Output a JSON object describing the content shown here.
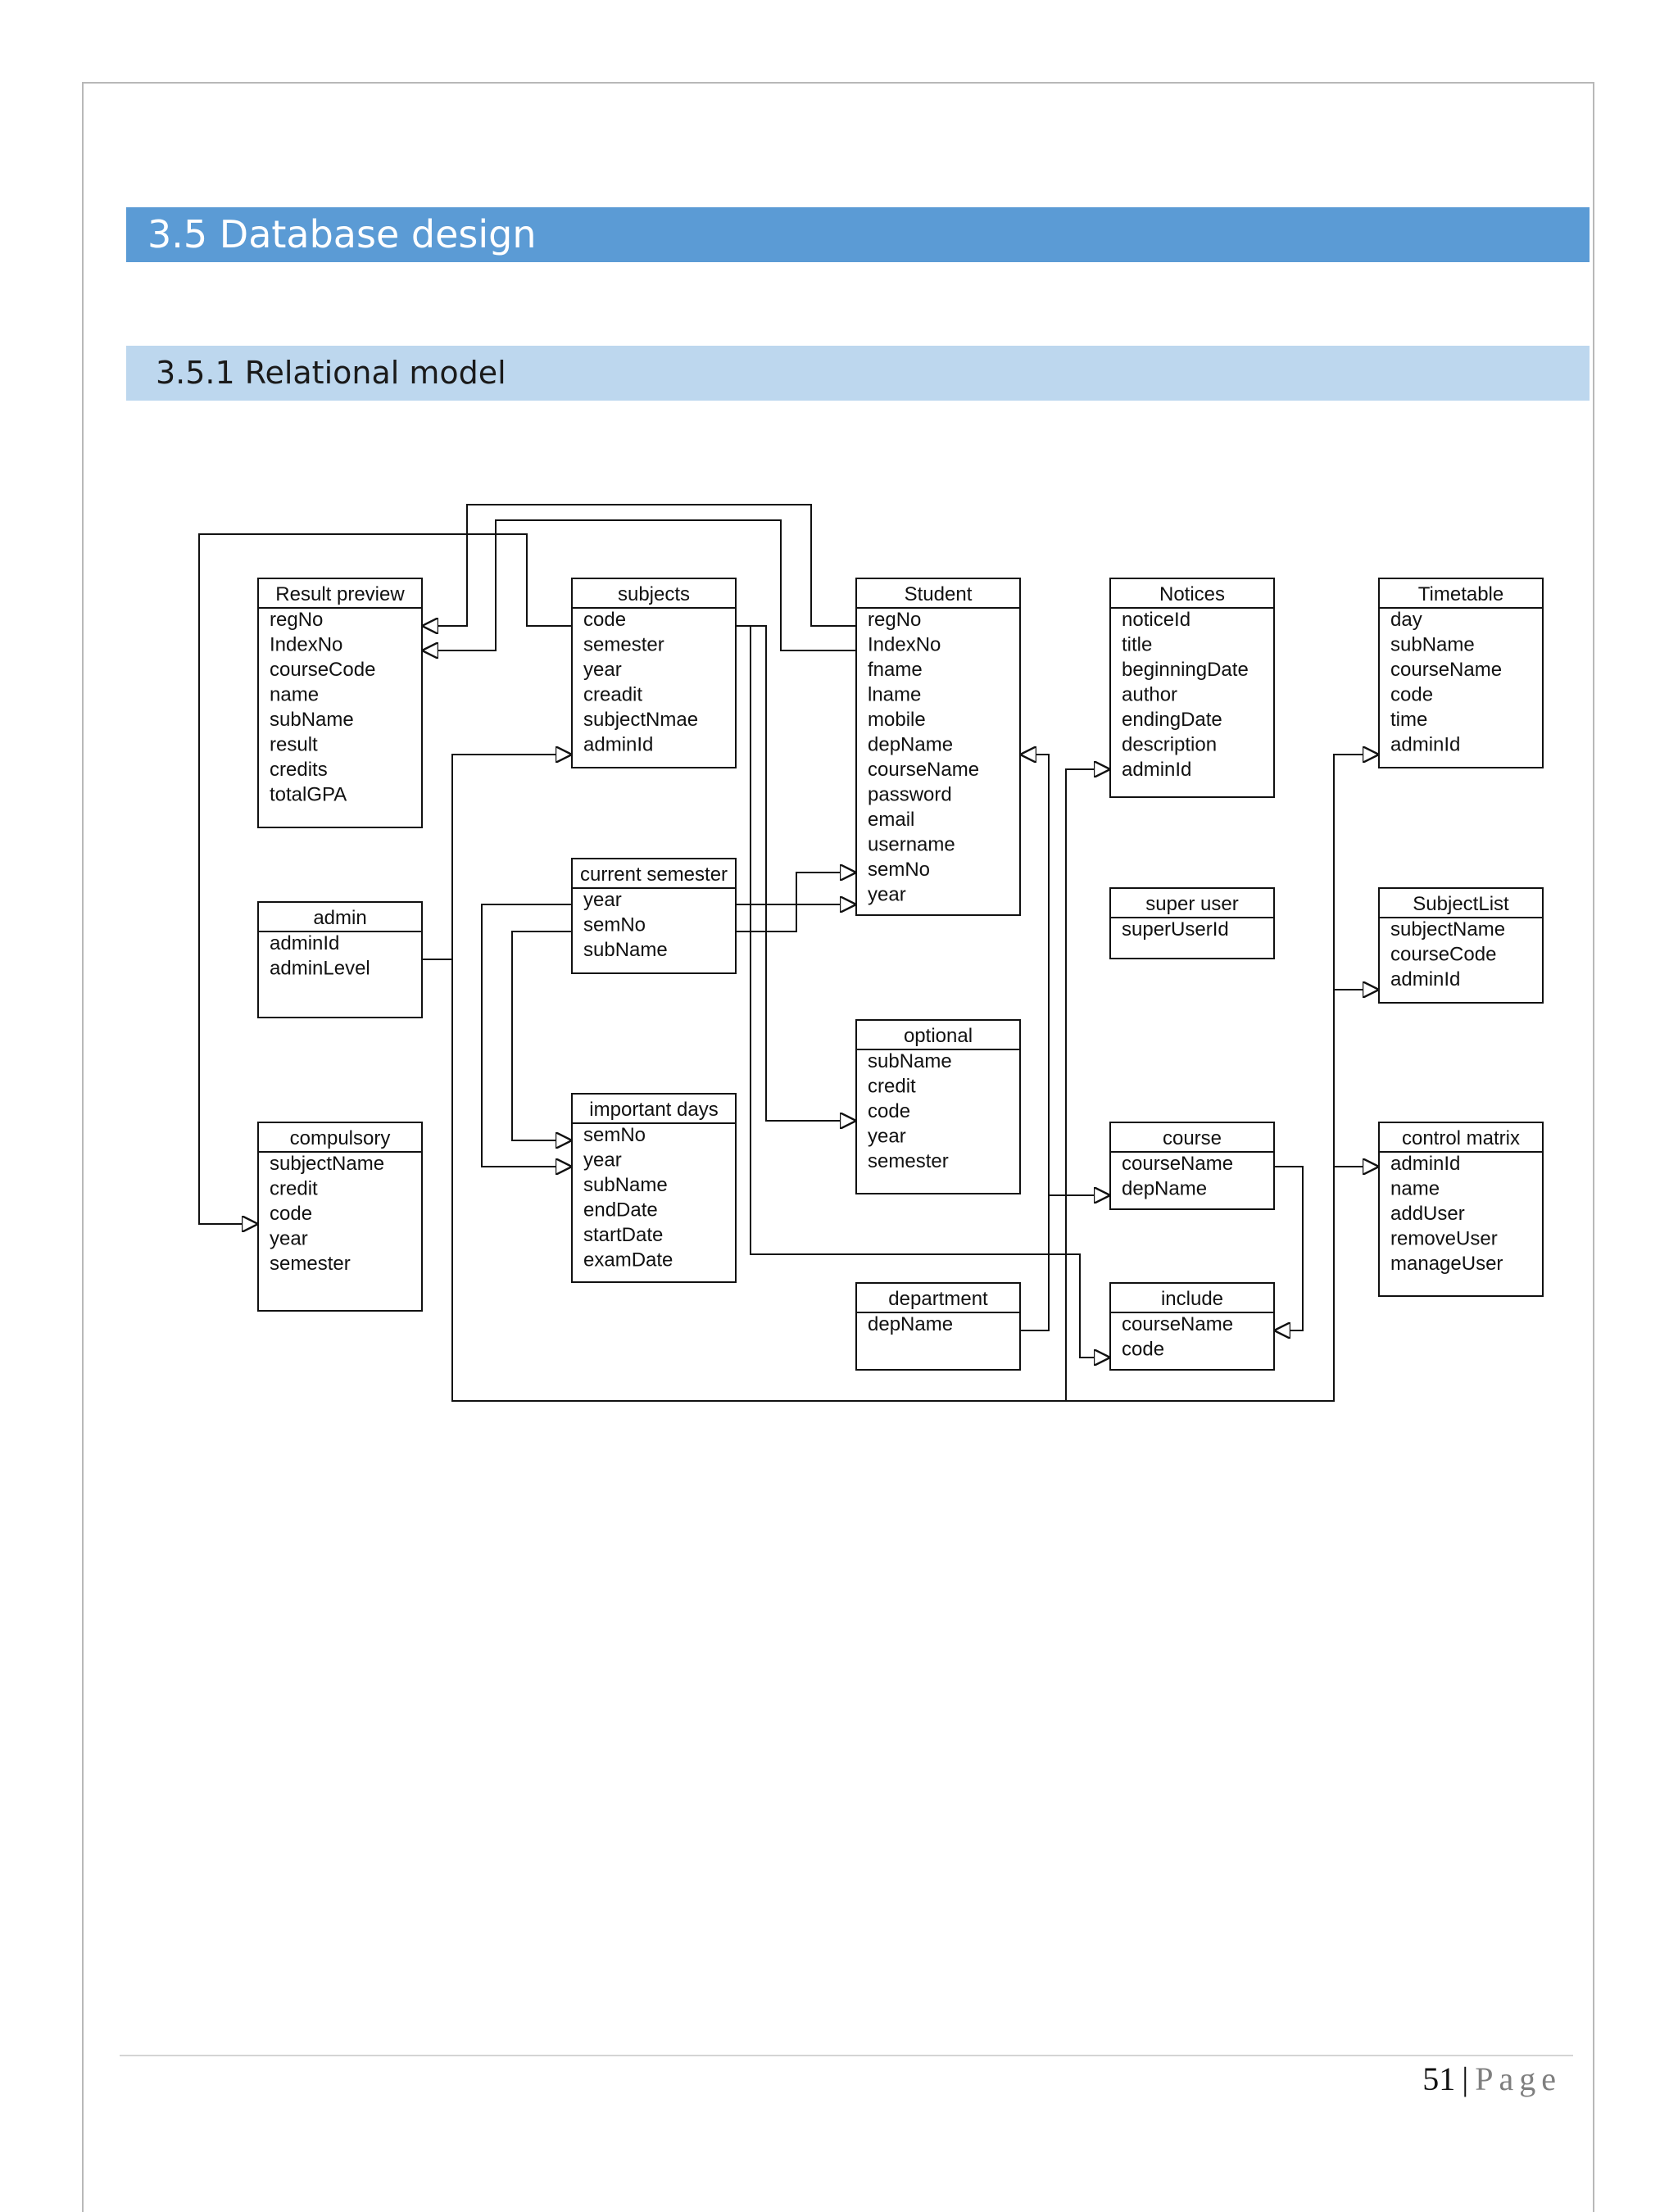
{
  "section_heading": "3.5 Database design",
  "subsection_heading": "3.5.1 Relational model",
  "tables": [
    {
      "id": "result-preview",
      "title": "Result preview",
      "fields": [
        "regNo",
        "IndexNo",
        "courseCode",
        "name",
        "subName",
        "result",
        "credits",
        "totalGPA"
      ]
    },
    {
      "id": "subjects",
      "title": "subjects",
      "fields": [
        "code",
        "semester",
        "year",
        "creadit",
        "subjectNmae",
        "adminId"
      ]
    },
    {
      "id": "student",
      "title": "Student",
      "fields": [
        "regNo",
        "IndexNo",
        "fname",
        "lname",
        "mobile",
        "depName",
        "courseName",
        "password",
        "email",
        "username",
        "semNo",
        "year"
      ]
    },
    {
      "id": "notices",
      "title": "Notices",
      "fields": [
        "noticeId",
        "title",
        "beginningDate",
        "author",
        "endingDate",
        "description",
        "adminId"
      ]
    },
    {
      "id": "timetable",
      "title": "Timetable",
      "fields": [
        "day",
        "subName",
        "courseName",
        "code",
        "time",
        "adminId"
      ]
    },
    {
      "id": "admin",
      "title": "admin",
      "fields": [
        "adminId",
        "adminLevel"
      ]
    },
    {
      "id": "current-semester",
      "title": "current semester",
      "fields": [
        "year",
        "semNo",
        "subName"
      ]
    },
    {
      "id": "super-user",
      "title": "super user",
      "fields": [
        "superUserId"
      ]
    },
    {
      "id": "subjectlist",
      "title": "SubjectList",
      "fields": [
        "subjectName",
        "courseCode",
        "adminId"
      ]
    },
    {
      "id": "optional",
      "title": "optional",
      "fields": [
        "subName",
        "credit",
        "code",
        "year",
        "semester"
      ]
    },
    {
      "id": "compulsory",
      "title": "compulsory",
      "fields": [
        "subjectName",
        "credit",
        "code",
        "year",
        "semester"
      ]
    },
    {
      "id": "important-days",
      "title": "important days",
      "fields": [
        "semNo",
        "year",
        "subName",
        "endDate",
        "startDate",
        "examDate"
      ]
    },
    {
      "id": "course",
      "title": "course",
      "fields": [
        "courseName",
        "depName"
      ]
    },
    {
      "id": "control-matrix",
      "title": "control matrix",
      "fields": [
        "adminId",
        "name",
        "addUser",
        "removeUser",
        "manageUser"
      ]
    },
    {
      "id": "department",
      "title": "department",
      "fields": [
        "depName"
      ]
    },
    {
      "id": "include",
      "title": "include",
      "fields": [
        "courseName",
        "code"
      ]
    }
  ],
  "footer": {
    "page_number": "51",
    "separator": "|",
    "page_word": "Page"
  }
}
